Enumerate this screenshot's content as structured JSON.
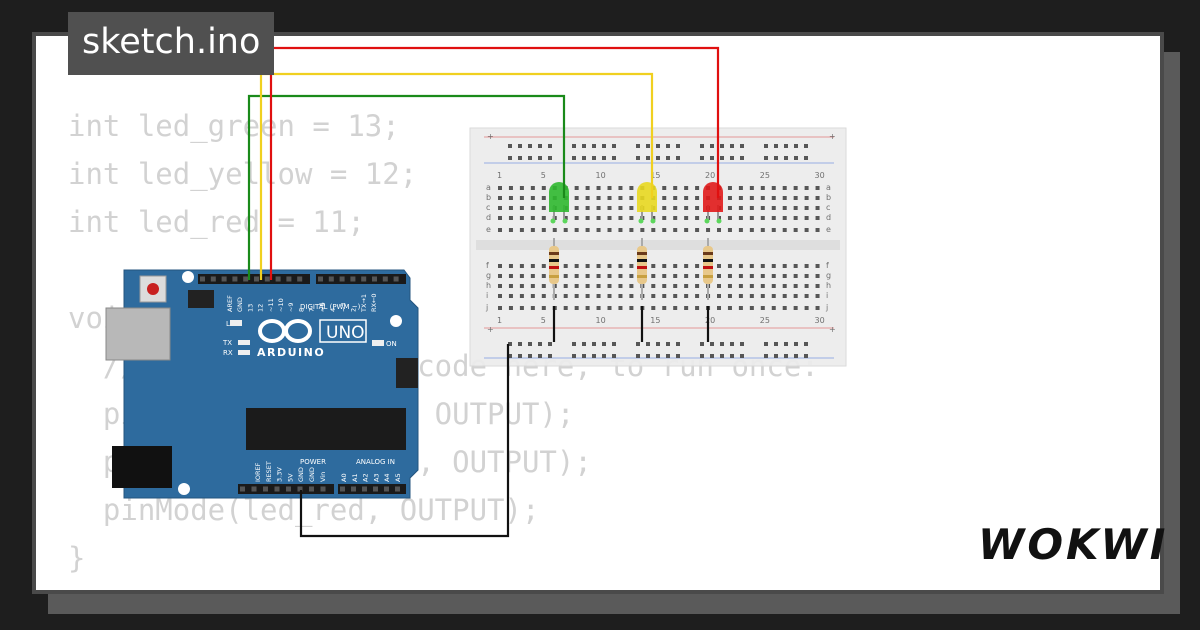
{
  "tab": {
    "filename": "sketch.ino"
  },
  "code_lines": [
    "int led_green = 13;",
    "int led_yellow = 12;",
    "int led_red = 11;",
    "",
    "void setup() {",
    "  // put your setup code here, to run once:",
    "  pinMode(led_green, OUTPUT);",
    "  pinMode(led_yellow, OUTPUT);",
    "  pinMode(led_red, OUTPUT);",
    "}"
  ],
  "logo": {
    "text": "WOKWI"
  },
  "arduino": {
    "brand": "ARDUINO",
    "model": "UNO",
    "digital_label": "DIGITAL (PWM ~)",
    "power_label": "POWER",
    "analog_label": "ANALOG IN",
    "on_label": "ON",
    "l_label": "L",
    "tx_label": "TX",
    "rx_label": "RX",
    "top_pins": [
      "AREF",
      "GND",
      "13",
      "12",
      "~11",
      "~10",
      "~9",
      "8",
      "7",
      "~6",
      "~5",
      "4",
      "~3",
      "2",
      "TX→1",
      "RX←0"
    ],
    "power_pins": [
      "IOREF",
      "RESET",
      "3.3V",
      "5V",
      "GND",
      "GND",
      "Vin"
    ],
    "analog_pins": [
      "A0",
      "A1",
      "A2",
      "A3",
      "A4",
      "A5"
    ]
  },
  "breadboard": {
    "column_numbers": [
      "1",
      "5",
      "10",
      "15",
      "20",
      "25",
      "30"
    ],
    "row_letters_top": [
      "a",
      "b",
      "c",
      "d",
      "e"
    ],
    "row_letters_bottom": [
      "f",
      "g",
      "h",
      "i",
      "j"
    ],
    "rail_plus": "+",
    "rail_minus": "-"
  },
  "components": {
    "leds": [
      {
        "name": "green",
        "color": "#2fb82f"
      },
      {
        "name": "yellow",
        "color": "#e8d820"
      },
      {
        "name": "red",
        "color": "#e01a1a"
      }
    ]
  },
  "wire_colors": {
    "green": "#1a8a1a",
    "yellow": "#f0d020",
    "red": "#e01010",
    "ground": "#111111"
  }
}
